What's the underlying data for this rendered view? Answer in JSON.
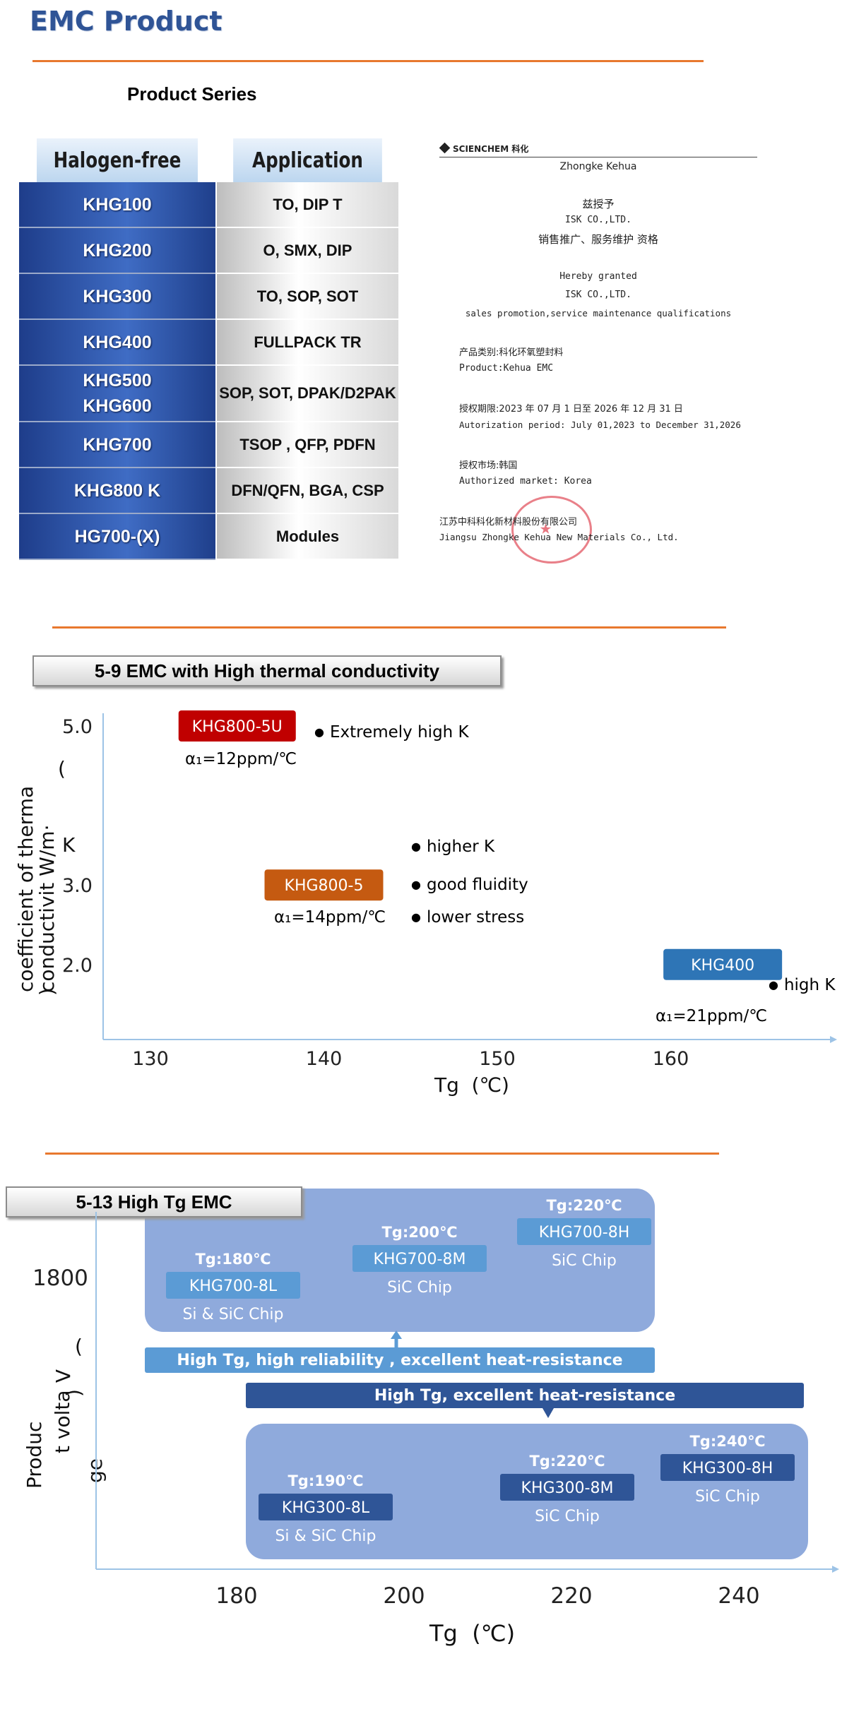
{
  "page": {
    "title": "EMC Product"
  },
  "series": {
    "title": "Product Series",
    "headers": [
      "Halogen-free",
      "Application"
    ],
    "rows": [
      {
        "code": [
          "KHG100"
        ],
        "app": "TO, DIP  T"
      },
      {
        "code": [
          "KHG200"
        ],
        "app": "O, SMX, DIP"
      },
      {
        "code": [
          "KHG300"
        ],
        "app": "TO, SOP,   SOT"
      },
      {
        "code": [
          "KHG400"
        ],
        "app": "FULLPACK TR"
      },
      {
        "code": [
          "KHG500",
          "KHG600"
        ],
        "app": "SOP,  SOT,  DPAK/D2PAK"
      },
      {
        "code": [
          "KHG700"
        ],
        "app": "TSOP , QFP,  PDFN"
      },
      {
        "code": [
          "KHG800  K"
        ],
        "app": "DFN/QFN,  BGA,  CSP"
      },
      {
        "code": [
          "HG700-(X)"
        ],
        "app": "Modules"
      }
    ]
  },
  "cert": {
    "logo_text": "SCIENCHEM 科化",
    "lines": [
      "Zhongke Kehua",
      "兹授予",
      "ISK CO.,LTD.",
      "销售推广、服务维护 资格",
      "Hereby granted",
      "ISK CO.,LTD.",
      "sales promotion,service maintenance qualifications",
      "产品类别:科化环氧塑封料",
      "Product:Kehua EMC",
      "授权期限:2023 年 07 月 1 日至 2026 年 12 月 31 日",
      "Autorization period: July 01,2023 to December 31,2026",
      "授权市场:韩国",
      "Authorized market: Korea",
      "江苏中科科化新材料股份有限公司",
      "Jiangsu Zhongke Kehua New Materials Co., Ltd."
    ]
  },
  "chart1": {
    "header": "5-9 EMC with High thermal conductivity",
    "ylabel_lines": [
      "coefficient of therma",
      "conductivit  W/m·",
      "(",
      "K",
      ")"
    ],
    "xlabel": "Tg  (℃)",
    "colors": {
      "red": "#c00000",
      "orange": "#c55a11",
      "blue": "#2e75b6",
      "axis": "#9dc3e6"
    }
  },
  "chart1_marks": {
    "khg8005u": {
      "label": "KHG800-5U",
      "alpha": "α₁=12ppm/℃",
      "notes": [
        "Extremely high K"
      ]
    },
    "khg8005": {
      "label": "KHG800-5",
      "alpha": "α₁=14ppm/℃",
      "notes": [
        "higher K",
        "good fluidity",
        "lower stress"
      ]
    },
    "khg400": {
      "label": "KHG400",
      "alpha": "α₁=21ppm/℃",
      "notes": [
        "high K"
      ]
    }
  },
  "chart_data": [
    {
      "type": "scatter",
      "title": "5-9 EMC with High thermal conductivity",
      "xlabel": "Tg  (℃)",
      "ylabel": "coefficient of therma conductivit W/m·K",
      "x_ticks": [
        130,
        140,
        150,
        160
      ],
      "y_ticks": [
        2.0,
        3.0,
        5.0
      ],
      "xlim": [
        127,
        168
      ],
      "points": [
        {
          "name": "KHG800-5U",
          "x": 135,
          "y": 5.0
        },
        {
          "name": "KHG800-5",
          "x": 140,
          "y": 3.0
        },
        {
          "name": "KHG400",
          "x": 163,
          "y": 2.0
        }
      ]
    },
    {
      "type": "scatter",
      "title": "5-13 High Tg EMC",
      "xlabel": "Tg  (℃)",
      "ylabel": "Product voltage",
      "x_ticks": [
        180,
        200,
        220,
        240
      ],
      "y_ticks": [
        1800
      ],
      "xlim": [
        164,
        250
      ],
      "points": [
        {
          "name": "KHG700-8L",
          "x": 180
        },
        {
          "name": "KHG700-8M",
          "x": 200
        },
        {
          "name": "KHG700-8H",
          "x": 220
        },
        {
          "name": "KHG300-8L",
          "x": 190
        },
        {
          "name": "KHG300-8M",
          "x": 220
        },
        {
          "name": "KHG300-8H",
          "x": 240
        }
      ]
    }
  ],
  "chart2": {
    "header": "5-13 High Tg EMC",
    "ylabel_lines": [
      "Produc",
      "t volta",
      "ge",
      "(",
      "V",
      ")"
    ],
    "xlabel": "Tg  (℃)",
    "top_band": "High Tg,   high reliability ,  excellent heat-resistance",
    "bottom_band": "High Tg, excellent heat-resistance",
    "colors": {
      "panel": "#8faadc",
      "light": "#5b9bd5",
      "dark": "#2f5597"
    },
    "top_products": [
      {
        "tg": "Tg:180℃",
        "name": "KHG700-8L",
        "use": "Si & SiC Chip"
      },
      {
        "tg": "Tg:200℃",
        "name": "KHG700-8M",
        "use": "SiC Chip"
      },
      {
        "tg": "Tg:220℃",
        "name": "KHG700-8H",
        "use": "SiC Chip"
      }
    ],
    "bottom_products": [
      {
        "tg": "Tg:190℃",
        "name": "KHG300-8L",
        "use": "Si & SiC Chip"
      },
      {
        "tg": "Tg:220℃",
        "name": "KHG300-8M",
        "use": "SiC Chip"
      },
      {
        "tg": "Tg:240℃",
        "name": "KHG300-8H",
        "use": "SiC Chip"
      }
    ]
  }
}
